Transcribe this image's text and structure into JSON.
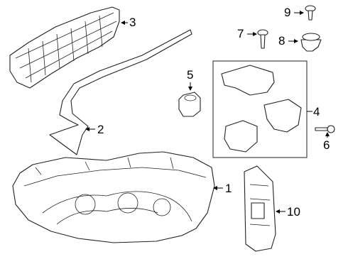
{
  "diagram": {
    "callouts": [
      {
        "id": "1",
        "label": "1"
      },
      {
        "id": "2",
        "label": "2"
      },
      {
        "id": "3",
        "label": "3"
      },
      {
        "id": "4",
        "label": "4"
      },
      {
        "id": "5",
        "label": "5"
      },
      {
        "id": "6",
        "label": "6"
      },
      {
        "id": "7",
        "label": "7"
      },
      {
        "id": "8",
        "label": "8"
      },
      {
        "id": "9",
        "label": "9"
      },
      {
        "id": "10",
        "label": "10"
      }
    ],
    "colors": {
      "line": "#222222",
      "background": "#ffffff"
    }
  }
}
